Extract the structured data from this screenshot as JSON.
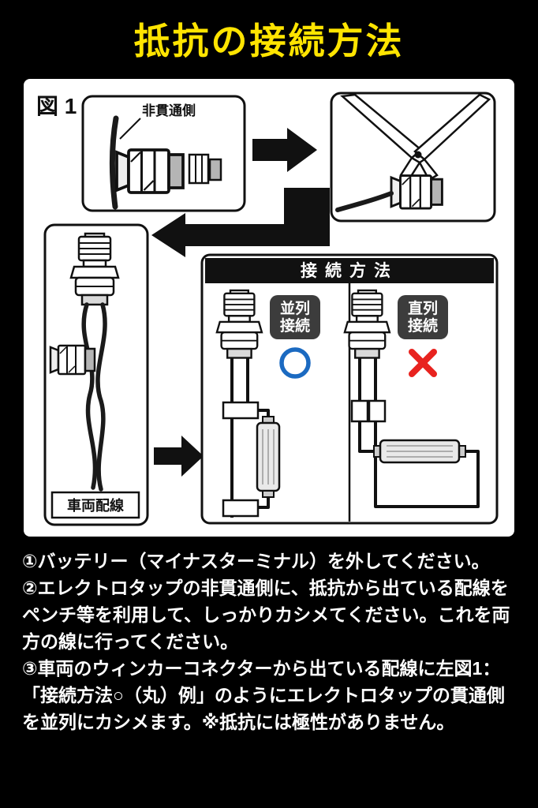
{
  "page": {
    "title": "抵抗の接続方法"
  },
  "figure": {
    "label": "図 1",
    "callout_non_through_side": "非貫通側",
    "vehicle_wiring_label": "車両配線",
    "connection": {
      "title": "接続方法",
      "parallel": {
        "line1": "並列",
        "line2": "接続",
        "result": "○"
      },
      "series": {
        "line1": "直列",
        "line2": "接続",
        "result": "×"
      }
    }
  },
  "instructions": {
    "step1": "①バッテリー（マイナスターミナル）を外してください。",
    "step2": "②エレクトロタップの非貫通側に、抵抗から出ている配線をペンチ等を利用して、しっかりカシメてください。これを両方の線に行ってください。",
    "step3": "③車両のウィンカーコネクターから出ている配線に左図1：「接続方法○（丸）例」のようにエレクトロタップの貫通側を並列にカシメます。※抵抗には極性がありません。"
  },
  "colors": {
    "title": "#ffe400",
    "ok_mark": "#1b6ac1",
    "ng_mark": "#e8231f"
  }
}
